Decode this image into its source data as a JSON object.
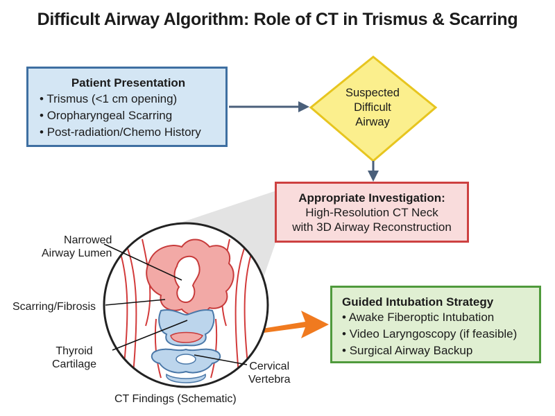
{
  "title": "Difficult Airway Algorithm: Role of CT in Trismus & Scarring",
  "presentation": {
    "heading": "Patient Presentation",
    "items": [
      "Trismus (<1 cm opening)",
      "Oropharyngeal Scarring",
      "Post-radiation/Chemo History"
    ]
  },
  "suspected": {
    "lines": [
      "Suspected",
      "Difficult",
      "Airway"
    ]
  },
  "investigation": {
    "heading": "Appropriate Investigation:",
    "lines": [
      "High-Resolution CT Neck",
      "with 3D Airway Reconstruction"
    ]
  },
  "strategy": {
    "heading": "Guided Intubation Strategy",
    "items": [
      "Awake Fiberoptic Intubation",
      "Video Laryngoscopy (if feasible)",
      "Surgical Airway Backup"
    ]
  },
  "ct_labels": {
    "lumen": [
      "Narrowed",
      "Airway Lumen"
    ],
    "scarring": "Scarring/Fibrosis",
    "thyroid": [
      "Thyroid",
      "Cartilage"
    ],
    "vertebra": [
      "Cervical",
      "Vertebra"
    ],
    "caption": "CT Findings (Schematic)"
  },
  "colors": {
    "presentation_fill": "#d4e6f4",
    "presentation_border": "#3e6fa1",
    "diamond_fill": "#fbef8d",
    "diamond_border": "#e7c51f",
    "investigation_fill": "#f9dcdc",
    "investigation_border": "#cd4141",
    "strategy_fill": "#e0efd2",
    "strategy_border": "#4f9a3c",
    "arrow": "#4a5f7a",
    "orange_arrow": "#f07a1f"
  }
}
